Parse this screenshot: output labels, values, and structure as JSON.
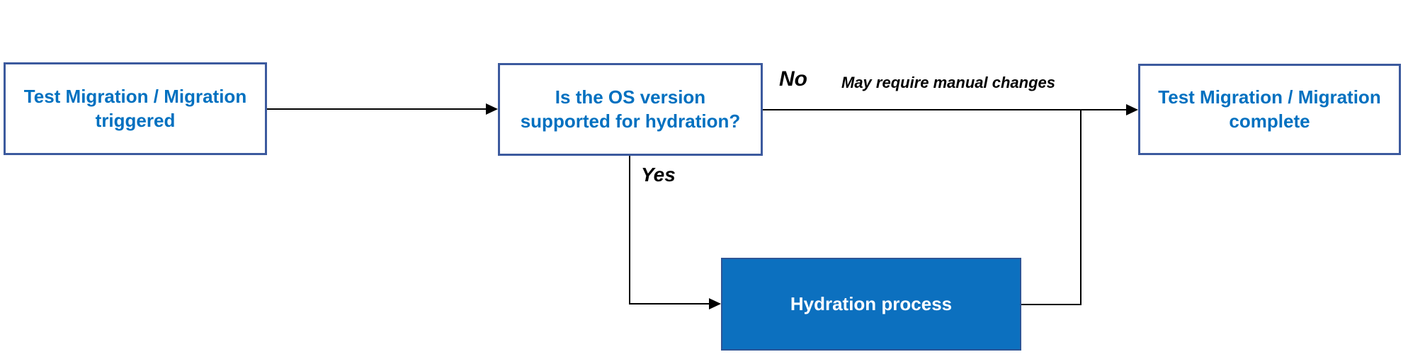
{
  "diagram": {
    "type": "flowchart",
    "background": "#ffffff",
    "colors": {
      "outlined_node_border": "#3c5a9e",
      "outlined_node_fill": "#ffffff",
      "outlined_node_text": "#0070c0",
      "filled_node_fill": "#0c70bf",
      "filled_node_text": "#ffffff",
      "connector": "#000000",
      "edge_label_text": "#000000"
    },
    "nodes": [
      {
        "id": "trigger",
        "style": "outlined",
        "lines": [
          "Test Migration / Migration",
          "triggered"
        ]
      },
      {
        "id": "decision",
        "style": "outlined",
        "lines": [
          "Is the OS version",
          "supported for hydration?"
        ]
      },
      {
        "id": "complete",
        "style": "outlined",
        "lines": [
          "Test Migration / Migration",
          "complete"
        ]
      },
      {
        "id": "hydration",
        "style": "filled",
        "lines": [
          "Hydration process"
        ]
      }
    ],
    "edge_labels": {
      "no": "No",
      "note": "May require manual changes",
      "yes": "Yes"
    },
    "edges": [
      {
        "from": "trigger",
        "to": "decision",
        "label": ""
      },
      {
        "from": "decision",
        "to": "complete",
        "label": "No",
        "note": "May require manual changes"
      },
      {
        "from": "decision",
        "to": "hydration",
        "label": "Yes"
      },
      {
        "from": "hydration",
        "to": "complete",
        "label": ""
      }
    ]
  }
}
